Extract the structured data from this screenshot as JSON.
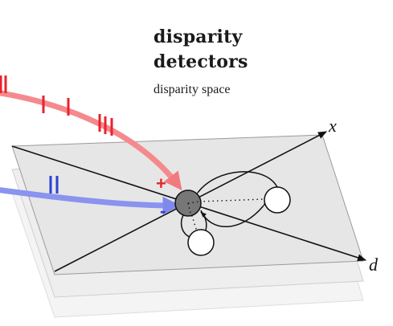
{
  "title": {
    "line1": "disparity",
    "line2": "detectors"
  },
  "subtitle": "disparity space",
  "axes": {
    "x_label": "x",
    "d_label": "d"
  },
  "inputs": {
    "excitatory_sign": "+",
    "inhibitory_sign": "-"
  },
  "colors": {
    "excitatory": "#e8232e",
    "excitatory_arrow": "#f58a8e",
    "inhibitory": "#2b3fd6",
    "inhibitory_arrow": "#8a93ee",
    "plane_fill": "#e6e6e6",
    "plane_stroke": "#9a9a9a",
    "active_node": "#777777",
    "inactive_node": "#ffffff"
  }
}
